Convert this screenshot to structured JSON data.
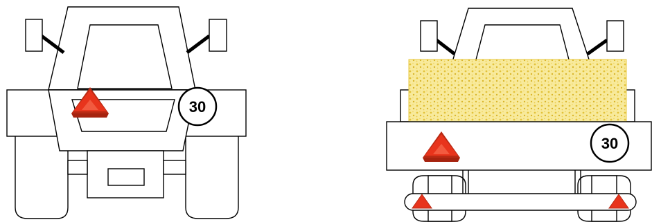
{
  "colors": {
    "outline": "#000000",
    "background": "#ffffff",
    "warning_triangle_fill": "#e8341c",
    "warning_triangle_dark": "#b92a14",
    "hay_fill": "#f6e58d",
    "hay_speckle": "#e2c23a"
  },
  "vehicles": [
    {
      "id": "tractor",
      "speed_sign": {
        "text": "30"
      },
      "warning_triangles": 1
    },
    {
      "id": "trailer-with-hay",
      "speed_sign": {
        "text": "30"
      },
      "warning_triangles": 3
    }
  ]
}
